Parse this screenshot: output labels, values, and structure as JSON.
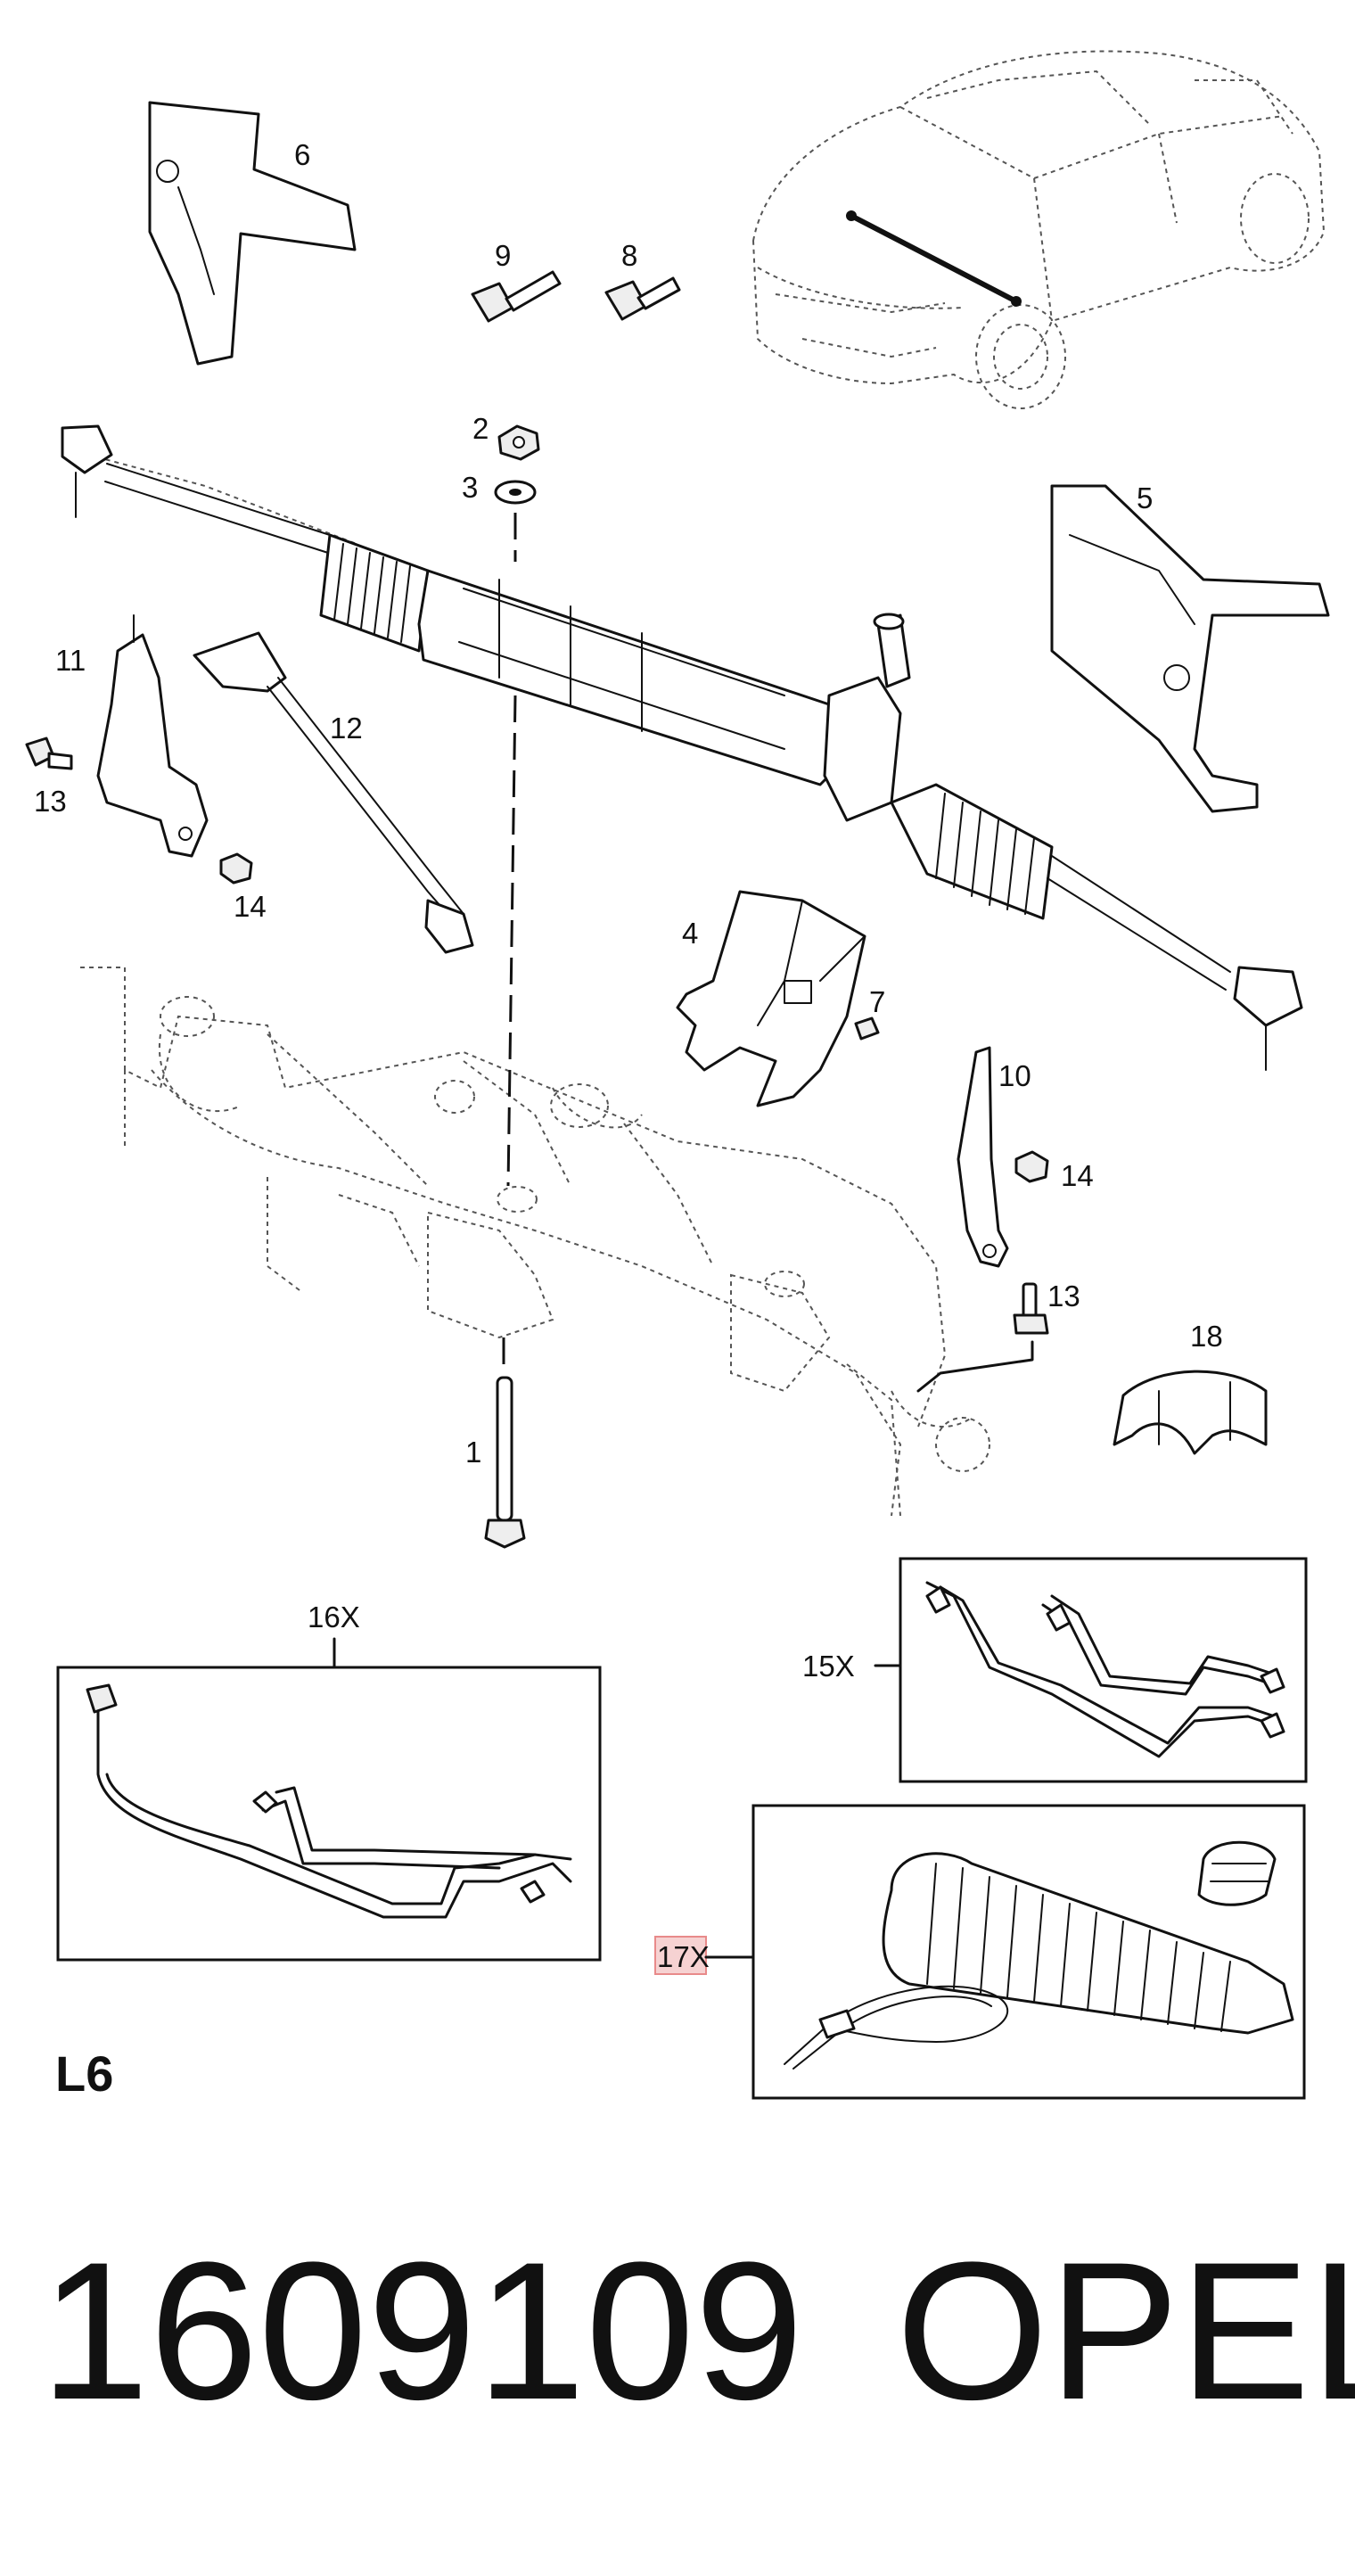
{
  "callouts": [
    {
      "id": "c6",
      "text": "6"
    },
    {
      "id": "c9",
      "text": "9"
    },
    {
      "id": "c8",
      "text": "8"
    },
    {
      "id": "c2",
      "text": "2"
    },
    {
      "id": "c3",
      "text": "3"
    },
    {
      "id": "c5",
      "text": "5"
    },
    {
      "id": "c11",
      "text": "11"
    },
    {
      "id": "c12",
      "text": "12"
    },
    {
      "id": "c13a",
      "text": "13"
    },
    {
      "id": "c14a",
      "text": "14"
    },
    {
      "id": "c4",
      "text": "4"
    },
    {
      "id": "c7",
      "text": "7"
    },
    {
      "id": "c10",
      "text": "10"
    },
    {
      "id": "c14b",
      "text": "14"
    },
    {
      "id": "c13b",
      "text": "13"
    },
    {
      "id": "c18",
      "text": "18"
    },
    {
      "id": "c1",
      "text": "1"
    },
    {
      "id": "c16x",
      "text": "16X"
    },
    {
      "id": "c15x",
      "text": "15X"
    },
    {
      "id": "c17x",
      "text": "17X"
    }
  ],
  "group_label": "L6",
  "part_number": "1609109",
  "brand": "OPEL",
  "highlight_color": "#e88a8a"
}
